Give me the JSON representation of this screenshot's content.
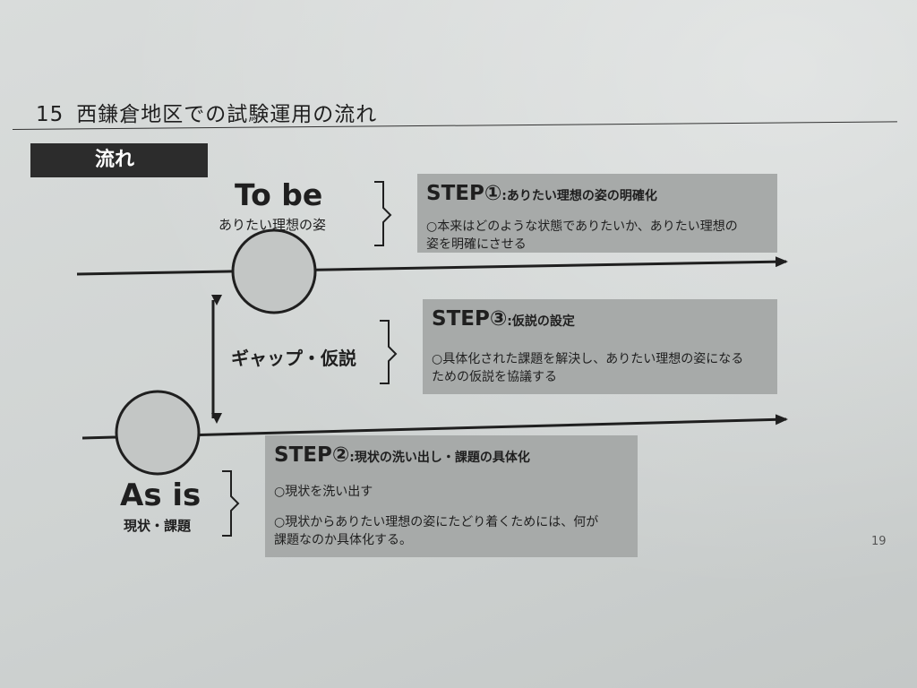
{
  "heading": {
    "number": "15",
    "title": "西鎌倉地区での試験運用の流れ"
  },
  "label": "流れ",
  "to_be": {
    "title": "To be",
    "subtitle": "ありたい理想の姿"
  },
  "as_is": {
    "title": "As is",
    "subtitle": "現状・課題"
  },
  "gap_label": "ギャップ・仮説",
  "step1": {
    "head": "STEP①",
    "sub": ":ありたい理想の姿の明確化",
    "lines": [
      "○本来はどのような状態でありたいか、ありたい理想の",
      "姿を明確にさせる"
    ]
  },
  "step3": {
    "head": "STEP③",
    "sub": ":仮説の設定",
    "lines": [
      "○具体化された課題を解決し、ありたい理想の姿になる",
      "ための仮説を協議する"
    ]
  },
  "step2": {
    "head": "STEP②",
    "sub": ":現状の洗い出し・課題の具体化",
    "lines": [
      "○現状を洗い出す",
      "○現状からありたい理想の姿にたどり着くためには、何が",
      "課題なのか具体化する。"
    ]
  },
  "page_number": "19"
}
